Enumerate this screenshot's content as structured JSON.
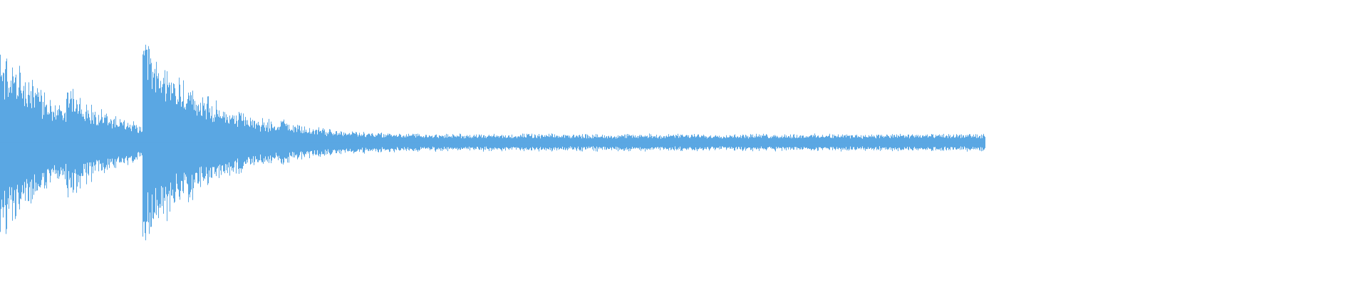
{
  "waveform": {
    "color": "#5aa7e3",
    "background": "#ffffff",
    "hits": [
      {
        "time": 0.0,
        "peak": 0.72,
        "decay": 0.045,
        "floor": 0.07
      },
      {
        "time": 0.048,
        "peak": 0.45,
        "decay": 0.035,
        "floor": 0.06
      },
      {
        "time": 0.104,
        "peak": 0.8,
        "decay": 0.05,
        "floor": 0.06
      },
      {
        "time": 0.205,
        "peak": 0.17,
        "decay": 0.02,
        "floor": 0.045
      }
    ],
    "tail_end": 0.72
  }
}
